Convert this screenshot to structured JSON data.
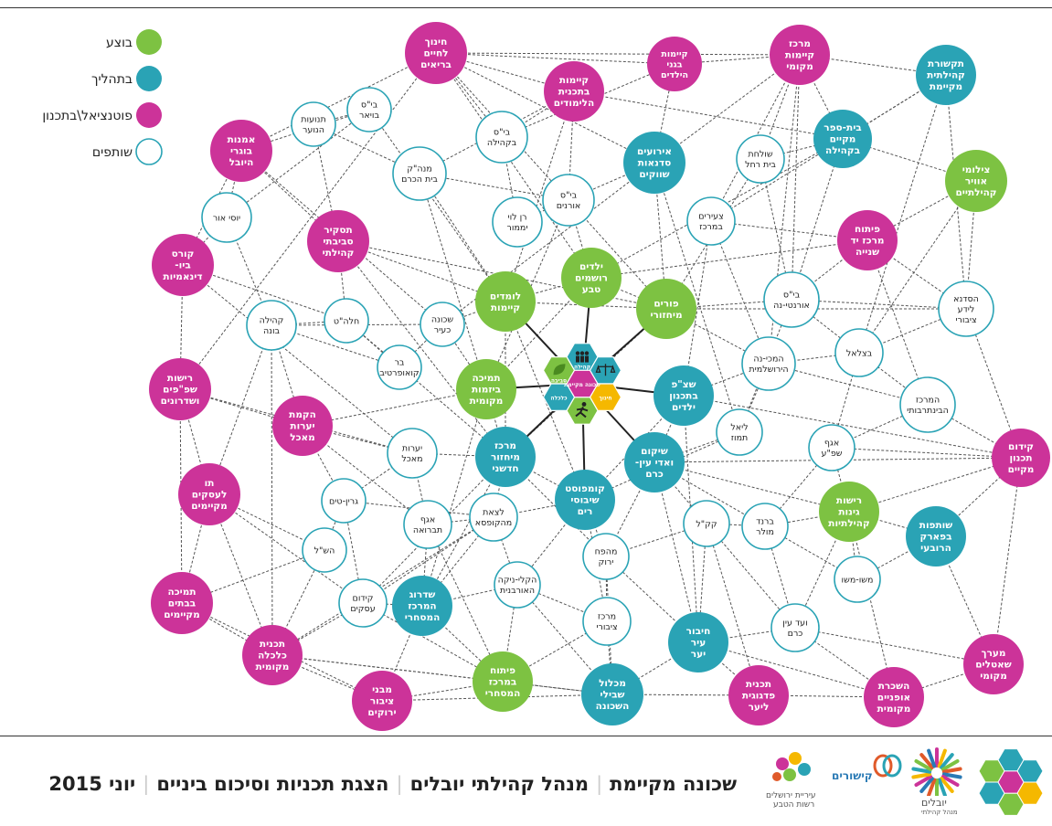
{
  "legend": [
    {
      "label": "בוצע",
      "type": "done"
    },
    {
      "label": "בתהליך",
      "type": "progress"
    },
    {
      "label": "פוטנציאל\\בתכנון",
      "type": "potential"
    },
    {
      "label": "שותפים",
      "type": "partner"
    }
  ],
  "colors": {
    "done": "#7dc242",
    "progress": "#2aa3b5",
    "potential": "#cc3399",
    "partner": "#ffffff",
    "partner_stroke": "#2aa3b5",
    "edge": "#555555",
    "hub_edge": "#222222"
  },
  "hub": {
    "hexes": [
      {
        "label": "קהילה",
        "color": "#2aa3b5",
        "icon": "people-icon"
      },
      {
        "label": "סביבה",
        "color": "#7dc242",
        "icon": "leaf-icon"
      },
      {
        "label": "",
        "color": "#2aa3b5",
        "icon": "scales-icon"
      },
      {
        "label": "חינוך",
        "color": "#f5b800",
        "icon": ""
      },
      {
        "label": "",
        "color": "#7dc242",
        "icon": "runner-icon"
      },
      {
        "label": "כלכלה",
        "color": "#2aa3b5",
        "icon": ""
      },
      {
        "label": "שכונה מקיימת",
        "color": "#cc3399",
        "icon": ""
      }
    ]
  },
  "nodes": [
    {
      "id": "n1",
      "type": "potential",
      "lines": [
        "חינוך",
        "לחיים",
        "בריאים"
      ]
    },
    {
      "id": "n2",
      "type": "potential",
      "lines": [
        "קיימות",
        "בגני",
        "הילדים"
      ]
    },
    {
      "id": "n3",
      "type": "potential",
      "lines": [
        "מרכז",
        "קיימות",
        "מקומי"
      ]
    },
    {
      "id": "n4",
      "type": "progress",
      "lines": [
        "תקשורת",
        "קהילתית",
        "מקיימת"
      ]
    },
    {
      "id": "n5",
      "type": "potential",
      "lines": [
        "קיימות",
        "בתכנית",
        "הלימודים"
      ]
    },
    {
      "id": "n6",
      "type": "partner",
      "lines": [
        "בי\"ס",
        "בויאר"
      ]
    },
    {
      "id": "n7",
      "type": "partner",
      "lines": [
        "תנועות",
        "הנוער"
      ]
    },
    {
      "id": "n8",
      "type": "potential",
      "lines": [
        "אמנות",
        "בוגרי",
        "היובל"
      ]
    },
    {
      "id": "n9",
      "type": "partner",
      "lines": [
        "בי\"ס",
        "בקהילה"
      ]
    },
    {
      "id": "n10",
      "type": "partner",
      "lines": [
        "מנה\"ק",
        "בית הכרם"
      ]
    },
    {
      "id": "n11",
      "type": "progress",
      "lines": [
        "אירועים",
        "סדנאות",
        "שווקים"
      ]
    },
    {
      "id": "n12",
      "type": "progress",
      "lines": [
        "בית-ספר",
        "מקיים",
        "בקהילה"
      ]
    },
    {
      "id": "n13",
      "type": "partner",
      "lines": [
        "שולחת",
        "בית רחל"
      ]
    },
    {
      "id": "n14",
      "type": "done",
      "lines": [
        "צילומי",
        "אוויר",
        "קהילתיים"
      ]
    },
    {
      "id": "n15",
      "type": "partner",
      "lines": [
        "יוסי אור"
      ]
    },
    {
      "id": "n16",
      "type": "partner",
      "lines": [
        "בי\"ס",
        "אורנים"
      ]
    },
    {
      "id": "n17",
      "type": "partner",
      "lines": [
        "רן לוי",
        "יממור"
      ]
    },
    {
      "id": "n18",
      "type": "partner",
      "lines": [
        "צעירים",
        "במרכז"
      ]
    },
    {
      "id": "n19",
      "type": "potential",
      "lines": [
        "פיתוח",
        "מרכז יד",
        "שנייה"
      ]
    },
    {
      "id": "n20",
      "type": "potential",
      "lines": [
        "תסקיר",
        "סביבתי",
        "קהילתי"
      ]
    },
    {
      "id": "n21",
      "type": "potential",
      "lines": [
        "קורס",
        "ביו-",
        "דינאמיות"
      ]
    },
    {
      "id": "n22",
      "type": "done",
      "lines": [
        "ילדים",
        "רושמים",
        "טבע"
      ]
    },
    {
      "id": "n23",
      "type": "done",
      "lines": [
        "לומדים",
        "קיימות"
      ]
    },
    {
      "id": "n24",
      "type": "done",
      "lines": [
        "פורים",
        "מיחזורי"
      ]
    },
    {
      "id": "n25",
      "type": "partner",
      "lines": [
        "בי\"ס",
        "אורנטי-נה"
      ]
    },
    {
      "id": "n26",
      "type": "partner",
      "lines": [
        "הסדנא",
        "לידע",
        "ציבורי"
      ]
    },
    {
      "id": "n27",
      "type": "partner",
      "lines": [
        "קהילה",
        "בונה"
      ]
    },
    {
      "id": "n28",
      "type": "partner",
      "lines": [
        "חלה\"ט"
      ]
    },
    {
      "id": "n29",
      "type": "partner",
      "lines": [
        "שכונה",
        "כעיר"
      ]
    },
    {
      "id": "n30",
      "type": "partner",
      "lines": [
        "בר",
        "קואופרטיב"
      ]
    },
    {
      "id": "n31",
      "type": "partner",
      "lines": [
        "בצלאל"
      ]
    },
    {
      "id": "n32",
      "type": "partner",
      "lines": [
        "המכי-נה",
        "הירושלמית"
      ]
    },
    {
      "id": "n33",
      "type": "potential",
      "lines": [
        "רישות",
        "שפ\"פים",
        "ושדרונים"
      ]
    },
    {
      "id": "n34",
      "type": "done",
      "lines": [
        "תמיכה",
        "ביזמות",
        "מקומית"
      ]
    },
    {
      "id": "n35",
      "type": "progress",
      "lines": [
        "שצ\"פ",
        "בתכנון",
        "ילדים"
      ]
    },
    {
      "id": "n36",
      "type": "partner",
      "lines": [
        "המרכז",
        "הבינתרבותי"
      ]
    },
    {
      "id": "n37",
      "type": "potential",
      "lines": [
        "הקמת",
        "יערות",
        "מאכל"
      ]
    },
    {
      "id": "n38",
      "type": "partner",
      "lines": [
        "ליאל",
        "תמוז"
      ]
    },
    {
      "id": "n39",
      "type": "potential",
      "lines": [
        "קידום",
        "תכנון",
        "מקיים"
      ]
    },
    {
      "id": "n40",
      "type": "partner",
      "lines": [
        "יערות",
        "מאכל"
      ]
    },
    {
      "id": "n41",
      "type": "progress",
      "lines": [
        "מרכז",
        "מיחזור",
        "חדשני"
      ]
    },
    {
      "id": "n42",
      "type": "progress",
      "lines": [
        "שיקום",
        "ואדי עין-",
        "כרם"
      ]
    },
    {
      "id": "n43",
      "type": "partner",
      "lines": [
        "אגף",
        "שפ\"ע"
      ]
    },
    {
      "id": "n44",
      "type": "potential",
      "lines": [
        "תו",
        "לעסקים",
        "מקיימים"
      ]
    },
    {
      "id": "n45",
      "type": "partner",
      "lines": [
        "גרין-טים"
      ]
    },
    {
      "id": "n46",
      "type": "progress",
      "lines": [
        "קומפוסט",
        "שיבוסי",
        "רים"
      ]
    },
    {
      "id": "n47",
      "type": "done",
      "lines": [
        "רישות",
        "גינות",
        "קהילתיות"
      ]
    },
    {
      "id": "n48",
      "type": "partner",
      "lines": [
        "אגף",
        "תברואה"
      ]
    },
    {
      "id": "n49",
      "type": "partner",
      "lines": [
        "לצאת",
        "מהקופסא"
      ]
    },
    {
      "id": "n50",
      "type": "partner",
      "lines": [
        "קק\"ל"
      ]
    },
    {
      "id": "n51",
      "type": "partner",
      "lines": [
        "ברנד",
        "מולר"
      ]
    },
    {
      "id": "n52",
      "type": "progress",
      "lines": [
        "שותפות",
        "בפארק",
        "הרובעי"
      ]
    },
    {
      "id": "n53",
      "type": "partner",
      "lines": [
        "הש\"ל"
      ]
    },
    {
      "id": "n54",
      "type": "partner",
      "lines": [
        "מהפח",
        "ירוק"
      ]
    },
    {
      "id": "n55",
      "type": "partner",
      "lines": [
        "משו-משו"
      ]
    },
    {
      "id": "n56",
      "type": "potential",
      "lines": [
        "תמיכה",
        "בבתים",
        "מקיימים"
      ]
    },
    {
      "id": "n57",
      "type": "partner",
      "lines": [
        "קידום",
        "עסקים"
      ]
    },
    {
      "id": "n58",
      "type": "progress",
      "lines": [
        "שדרוג",
        "המרכז",
        "המסחרי"
      ]
    },
    {
      "id": "n59",
      "type": "partner",
      "lines": [
        "הקלי-ניקה",
        "האורבנית"
      ]
    },
    {
      "id": "n60",
      "type": "partner",
      "lines": [
        "מרכז",
        "ציבורי"
      ]
    },
    {
      "id": "n61",
      "type": "progress",
      "lines": [
        "חיבור",
        "עיר",
        "יער"
      ]
    },
    {
      "id": "n62",
      "type": "partner",
      "lines": [
        "ועד עין",
        "כרם"
      ]
    },
    {
      "id": "n63",
      "type": "potential",
      "lines": [
        "מערך",
        "שאטלים",
        "מקומי"
      ]
    },
    {
      "id": "n64",
      "type": "potential",
      "lines": [
        "תכנית",
        "כלכלה",
        "מקומית"
      ]
    },
    {
      "id": "n65",
      "type": "done",
      "lines": [
        "פיתוח",
        "במרכז",
        "המסחרי"
      ]
    },
    {
      "id": "n66",
      "type": "progress",
      "lines": [
        "מכלול",
        "שבילי",
        "השכונה"
      ]
    },
    {
      "id": "n67",
      "type": "potential",
      "lines": [
        "תכנית",
        "פדגוגית",
        "ליער"
      ]
    },
    {
      "id": "n68",
      "type": "potential",
      "lines": [
        "השכרת",
        "אופניים",
        "מקומית"
      ]
    },
    {
      "id": "n69",
      "type": "potential",
      "lines": [
        "מבני",
        "ציבור",
        "ירוקים"
      ]
    }
  ],
  "edges": [
    [
      "n1",
      "n2"
    ],
    [
      "n1",
      "n3"
    ],
    [
      "n1",
      "n5"
    ],
    [
      "n1",
      "n8"
    ],
    [
      "n1",
      "n9"
    ],
    [
      "n1",
      "n16"
    ],
    [
      "n1",
      "n22"
    ],
    [
      "n1",
      "n11"
    ],
    [
      "n1",
      "n33"
    ],
    [
      "n2",
      "n11"
    ],
    [
      "n2",
      "n3"
    ],
    [
      "n2",
      "n9"
    ],
    [
      "n3",
      "n11"
    ],
    [
      "n3",
      "n25"
    ],
    [
      "n3",
      "n32"
    ],
    [
      "n3",
      "n13"
    ],
    [
      "n3",
      "n18"
    ],
    [
      "n3",
      "n12"
    ],
    [
      "n3",
      "n4"
    ],
    [
      "n4",
      "n12"
    ],
    [
      "n4",
      "n31"
    ],
    [
      "n4",
      "n18"
    ],
    [
      "n4",
      "n26"
    ],
    [
      "n5",
      "n9"
    ],
    [
      "n5",
      "n23"
    ],
    [
      "n5",
      "n16"
    ],
    [
      "n5",
      "n10"
    ],
    [
      "n5",
      "n12"
    ],
    [
      "n6",
      "n8"
    ],
    [
      "n6",
      "n7"
    ],
    [
      "n7",
      "n10"
    ],
    [
      "n7",
      "n20"
    ],
    [
      "n6",
      "n15"
    ],
    [
      "n6",
      "n23"
    ],
    [
      "n8",
      "n15"
    ],
    [
      "n8",
      "n20"
    ],
    [
      "n8",
      "n21"
    ],
    [
      "n8",
      "n29"
    ],
    [
      "n9",
      "n17"
    ],
    [
      "n10",
      "n23"
    ],
    [
      "n10",
      "n16"
    ],
    [
      "n10",
      "n34"
    ],
    [
      "n11",
      "n17"
    ],
    [
      "n11",
      "n24"
    ],
    [
      "n11",
      "n29"
    ],
    [
      "n11",
      "n38"
    ],
    [
      "n12",
      "n13"
    ],
    [
      "n12",
      "n25"
    ],
    [
      "n12",
      "n22"
    ],
    [
      "n12",
      "n14"
    ],
    [
      "n13",
      "n25"
    ],
    [
      "n13",
      "n24"
    ],
    [
      "n14",
      "n19"
    ],
    [
      "n14",
      "n26"
    ],
    [
      "n14",
      "n31"
    ],
    [
      "n15",
      "n21"
    ],
    [
      "n15",
      "n27"
    ],
    [
      "n16",
      "n22"
    ],
    [
      "n16",
      "n24"
    ],
    [
      "n16",
      "n34"
    ],
    [
      "n18",
      "n19"
    ],
    [
      "n18",
      "n35"
    ],
    [
      "n18",
      "n32"
    ],
    [
      "n19",
      "n25"
    ],
    [
      "n19",
      "n26"
    ],
    [
      "n19",
      "n36"
    ],
    [
      "n19",
      "n22"
    ],
    [
      "n20",
      "n28"
    ],
    [
      "n20",
      "n41"
    ],
    [
      "n20",
      "n24"
    ],
    [
      "n20",
      "n23"
    ],
    [
      "n21",
      "n33"
    ],
    [
      "n21",
      "n28"
    ],
    [
      "n21",
      "n40"
    ],
    [
      "n22",
      "n24"
    ],
    [
      "n22",
      "n23"
    ],
    [
      "n22",
      "n34"
    ],
    [
      "n23",
      "n29"
    ],
    [
      "n23",
      "n41"
    ],
    [
      "n23",
      "n46"
    ],
    [
      "n23",
      "n24"
    ],
    [
      "n24",
      "n25"
    ],
    [
      "n24",
      "n26"
    ],
    [
      "n24",
      "n41"
    ],
    [
      "n24",
      "n32"
    ],
    [
      "n25",
      "n26"
    ],
    [
      "n25",
      "n31"
    ],
    [
      "n25",
      "n38"
    ],
    [
      "n26",
      "n31"
    ],
    [
      "n26",
      "n39"
    ],
    [
      "n27",
      "n28"
    ],
    [
      "n27",
      "n30"
    ],
    [
      "n27",
      "n37"
    ],
    [
      "n27",
      "n44"
    ],
    [
      "n27",
      "n29"
    ],
    [
      "n27",
      "n64"
    ],
    [
      "n28",
      "n41"
    ],
    [
      "n28",
      "n30"
    ],
    [
      "n29",
      "n30"
    ],
    [
      "n29",
      "n34"
    ],
    [
      "n31",
      "n36"
    ],
    [
      "n31",
      "n32"
    ],
    [
      "n31",
      "n43"
    ],
    [
      "n32",
      "n36"
    ],
    [
      "n32",
      "n35"
    ],
    [
      "n32",
      "n38"
    ],
    [
      "n33",
      "n37"
    ],
    [
      "n33",
      "n44"
    ],
    [
      "n33",
      "n56"
    ],
    [
      "n33",
      "n40"
    ],
    [
      "n34",
      "n37"
    ],
    [
      "n34",
      "n41"
    ],
    [
      "n34",
      "n58"
    ],
    [
      "n35",
      "n39"
    ],
    [
      "n35",
      "n42"
    ],
    [
      "n35",
      "n46"
    ],
    [
      "n35",
      "n61"
    ],
    [
      "n36",
      "n39"
    ],
    [
      "n36",
      "n43"
    ],
    [
      "n37",
      "n40"
    ],
    [
      "n37",
      "n45"
    ],
    [
      "n37",
      "n48"
    ],
    [
      "n38",
      "n42"
    ],
    [
      "n38",
      "n46"
    ],
    [
      "n39",
      "n47"
    ],
    [
      "n39",
      "n52"
    ],
    [
      "n39",
      "n63"
    ],
    [
      "n39",
      "n43"
    ],
    [
      "n39",
      "n42"
    ],
    [
      "n40",
      "n45"
    ],
    [
      "n40",
      "n41"
    ],
    [
      "n40",
      "n48"
    ],
    [
      "n41",
      "n46"
    ],
    [
      "n41",
      "n49"
    ],
    [
      "n41",
      "n57"
    ],
    [
      "n41",
      "n58"
    ],
    [
      "n41",
      "n54"
    ],
    [
      "n42",
      "n50"
    ],
    [
      "n42",
      "n47"
    ],
    [
      "n42",
      "n51"
    ],
    [
      "n42",
      "n61"
    ],
    [
      "n42",
      "n54"
    ],
    [
      "n43",
      "n47"
    ],
    [
      "n43",
      "n51"
    ],
    [
      "n44",
      "n56"
    ],
    [
      "n44",
      "n53"
    ],
    [
      "n44",
      "n57"
    ],
    [
      "n44",
      "n64"
    ],
    [
      "n45",
      "n53"
    ],
    [
      "n45",
      "n57"
    ],
    [
      "n45",
      "n49"
    ],
    [
      "n46",
      "n54"
    ],
    [
      "n46",
      "n60"
    ],
    [
      "n46",
      "n49"
    ],
    [
      "n46",
      "n59"
    ],
    [
      "n47",
      "n52"
    ],
    [
      "n47",
      "n55"
    ],
    [
      "n47",
      "n62"
    ],
    [
      "n47",
      "n51"
    ],
    [
      "n47",
      "n68"
    ],
    [
      "n48",
      "n49"
    ],
    [
      "n48",
      "n58"
    ],
    [
      "n48",
      "n65"
    ],
    [
      "n49",
      "n57"
    ],
    [
      "n49",
      "n58"
    ],
    [
      "n49",
      "n59"
    ],
    [
      "n49",
      "n64"
    ],
    [
      "n50",
      "n51"
    ],
    [
      "n50",
      "n61"
    ],
    [
      "n50",
      "n62"
    ],
    [
      "n50",
      "n54"
    ],
    [
      "n50",
      "n67"
    ],
    [
      "n51",
      "n62"
    ],
    [
      "n51",
      "n55"
    ],
    [
      "n52",
      "n55"
    ],
    [
      "n52",
      "n63"
    ],
    [
      "n53",
      "n56"
    ],
    [
      "n53",
      "n64"
    ],
    [
      "n54",
      "n60"
    ],
    [
      "n54",
      "n61"
    ],
    [
      "n54",
      "n66"
    ],
    [
      "n56",
      "n64"
    ],
    [
      "n56",
      "n69"
    ],
    [
      "n57",
      "n58"
    ],
    [
      "n57",
      "n64"
    ],
    [
      "n57",
      "n65"
    ],
    [
      "n58",
      "n59"
    ],
    [
      "n58",
      "n65"
    ],
    [
      "n58",
      "n69"
    ],
    [
      "n59",
      "n65"
    ],
    [
      "n59",
      "n66"
    ],
    [
      "n59",
      "n60"
    ],
    [
      "n60",
      "n66"
    ],
    [
      "n60",
      "n65"
    ],
    [
      "n61",
      "n66"
    ],
    [
      "n61",
      "n67"
    ],
    [
      "n61",
      "n62"
    ],
    [
      "n61",
      "n68"
    ],
    [
      "n62",
      "n68"
    ],
    [
      "n62",
      "n63"
    ],
    [
      "n63",
      "n68"
    ],
    [
      "n64",
      "n69"
    ],
    [
      "n64",
      "n65"
    ],
    [
      "n64",
      "n66"
    ],
    [
      "n65",
      "n66"
    ],
    [
      "n65",
      "n69"
    ],
    [
      "n66",
      "n67"
    ],
    [
      "n66",
      "n69"
    ],
    [
      "n67",
      "n68"
    ]
  ],
  "hub_edges": [
    "n22",
    "n23",
    "n24",
    "n34",
    "n35",
    "n41",
    "n42",
    "n46"
  ],
  "footer": {
    "title_parts": [
      "שכונה מקיימת",
      "מנהל קהילתי יובלים",
      "הצגת תכניות וסיכום ביניים",
      "יוני 2015"
    ],
    "logos": [
      {
        "label": "עיריית ירושלים",
        "sub": "רשות הטבע",
        "icon": "hands-logo-icon"
      },
      {
        "label": "קישורים",
        "sub": "",
        "icon": "kishurim-logo-icon"
      },
      {
        "label": "יובלים",
        "sub": "מנהל קהילתי",
        "icon": "sunburst-logo-icon"
      }
    ]
  }
}
